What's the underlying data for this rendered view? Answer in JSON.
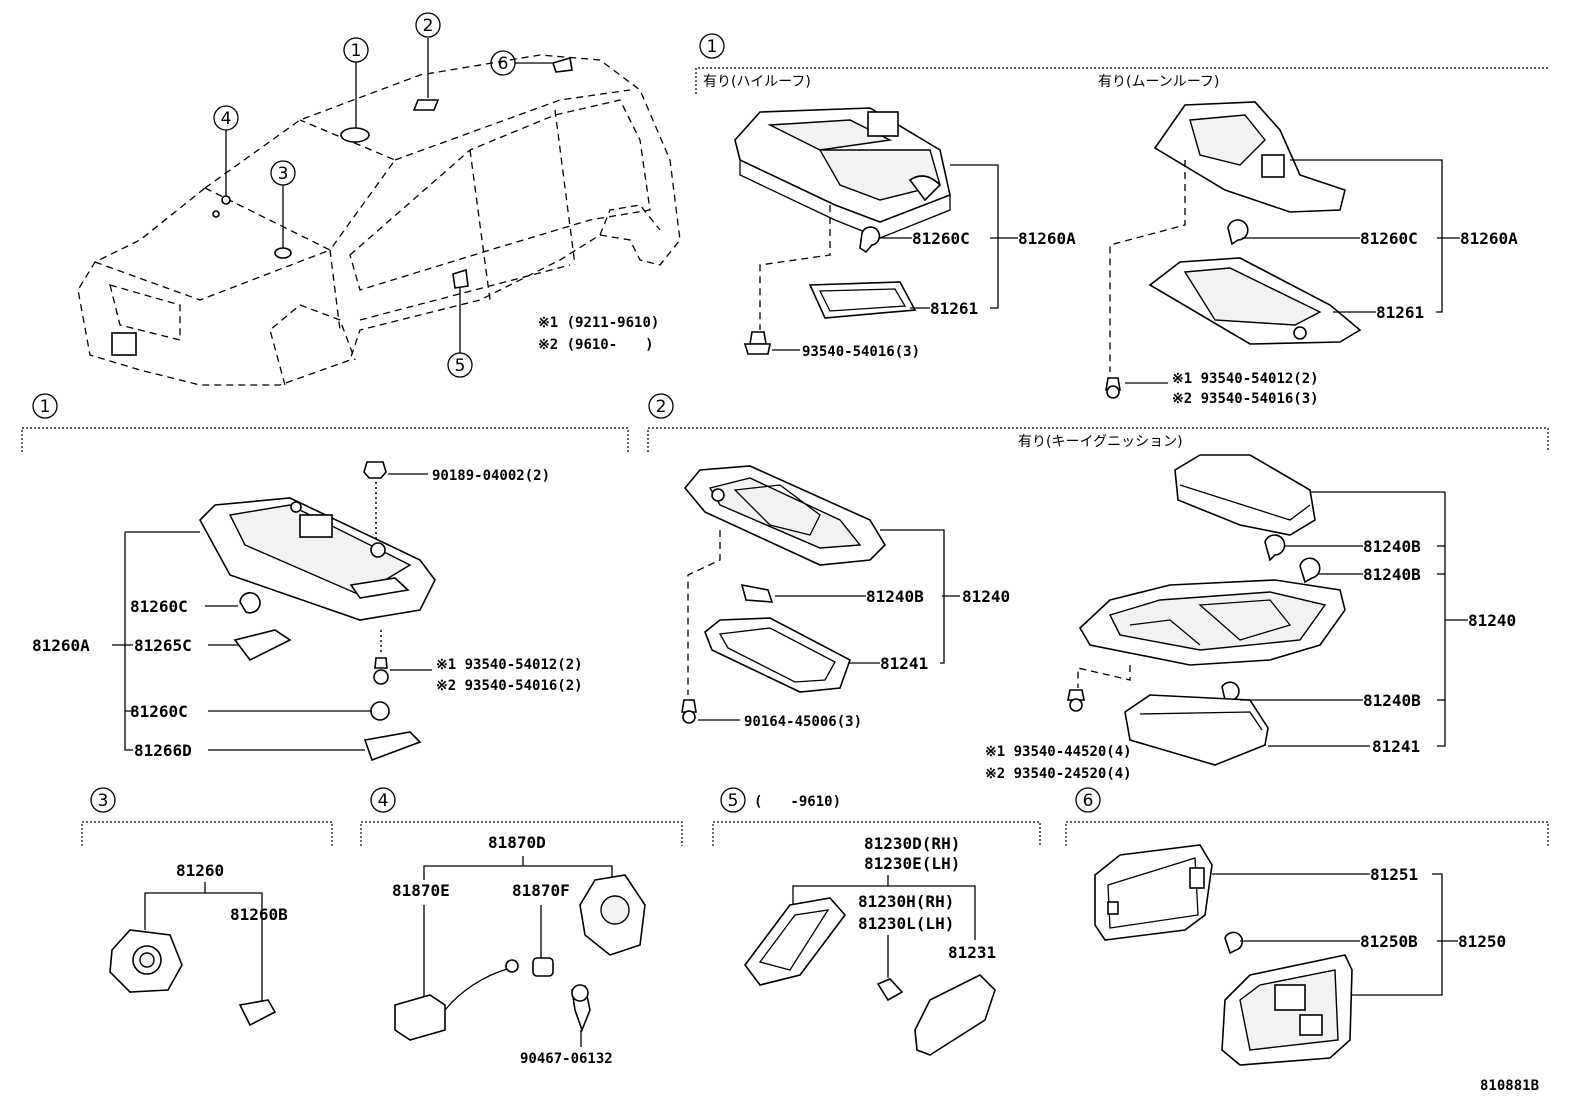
{
  "circles": [
    "1",
    "2",
    "3",
    "4",
    "5",
    "6"
  ],
  "overview": {
    "notes": [
      "※1 (9211-9610)",
      "※2 (9610-　　)"
    ]
  },
  "sec1_top": {
    "opt_high_roof": "有り(ハイルーフ)",
    "opt_moon_roof": "有り(ムーンルーフ)",
    "left_labels": [
      "81260C",
      "81260A",
      "81261",
      "93540-54016(3)"
    ],
    "right_labels": [
      "81260C",
      "81260A",
      "81261",
      "※1 93540-54012(2)",
      "※2 93540-54016(3)"
    ]
  },
  "sec1_bottom": {
    "labels": [
      "90189-04002(2)",
      "81260C",
      "81260A",
      "81265C",
      "※1 93540-54012(2)",
      "※2 93540-54016(2)",
      "81260C",
      "81266D"
    ]
  },
  "sec2": {
    "opt_key": "有り(キーイグニッション)",
    "left_labels": [
      "81240B",
      "81240",
      "81241",
      "90164-45006(3)"
    ],
    "right_labels": [
      "81240B",
      "81240B",
      "81240",
      "81240B",
      "81241",
      "※1 93540-44520(4)",
      "※2 93540-24520(4)"
    ]
  },
  "sec3": {
    "labels": [
      "81260",
      "81260B"
    ]
  },
  "sec4": {
    "labels": [
      "81870D",
      "81870E",
      "81870F",
      "90467-06132"
    ]
  },
  "sec5": {
    "range": "(　　-9610)",
    "labels": [
      "81230D(RH)",
      "81230E(LH)",
      "81230H(RH)",
      "81230L(LH)",
      "81231"
    ]
  },
  "sec6": {
    "labels": [
      "81251",
      "81250B",
      "81250"
    ]
  },
  "diagram_code": "810881B"
}
